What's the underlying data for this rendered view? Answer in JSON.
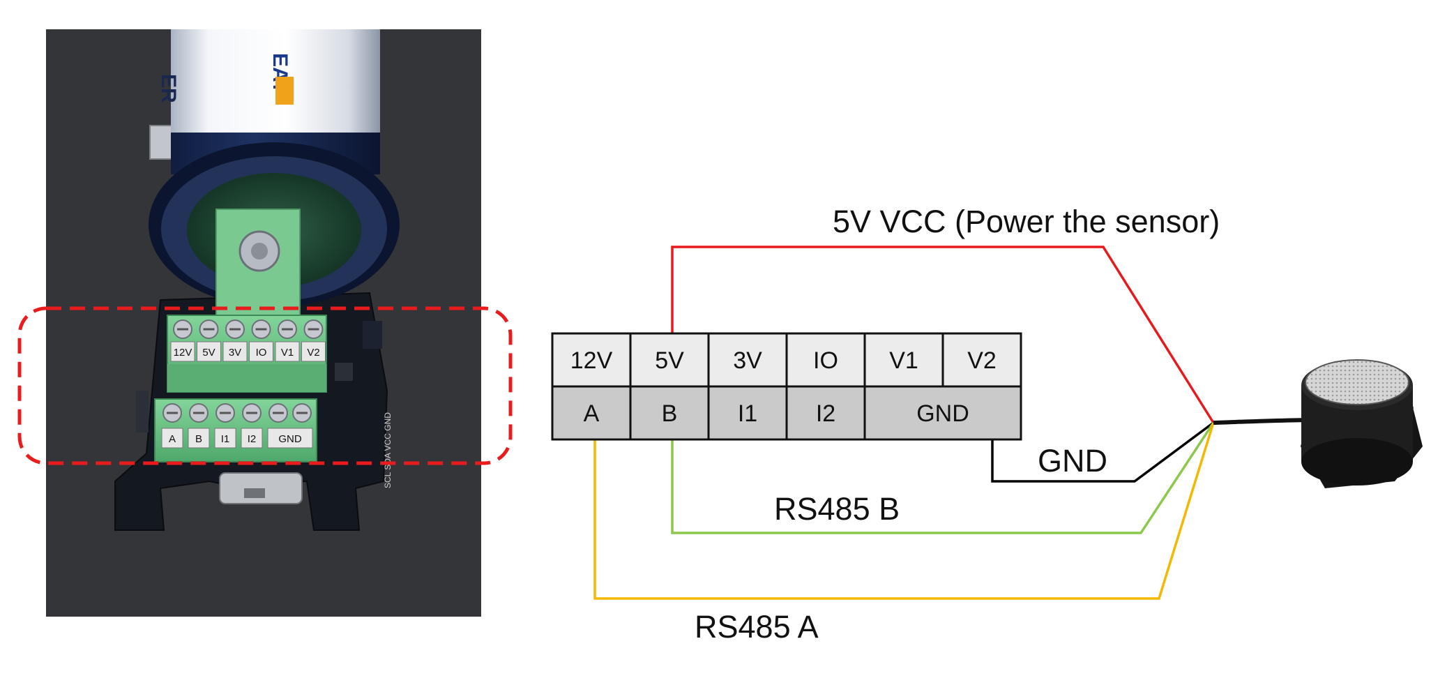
{
  "photo": {
    "battery_text": "ER",
    "brand_text": "EAY",
    "terminals_top": [
      "12V",
      "5V",
      "3V",
      "IO",
      "V1",
      "V2"
    ],
    "terminals_bottom": [
      "A",
      "B",
      "I1",
      "I2",
      "GND"
    ],
    "pcb_silk": "SCL SDA VCC GND"
  },
  "terminal_block": {
    "top_row": [
      "12V",
      "5V",
      "3V",
      "IO",
      "V1",
      "V2"
    ],
    "bottom_row": [
      "A",
      "B",
      "I1",
      "I2",
      "GND"
    ]
  },
  "wires": {
    "vcc": {
      "label": "5V VCC (Power the sensor)",
      "color": "#e8191c"
    },
    "gnd": {
      "label": "GND",
      "color": "#000000"
    },
    "rs485b": {
      "label": "RS485 B",
      "color": "#8cc84b"
    },
    "rs485a": {
      "label": "RS485 A",
      "color": "#f5b800"
    }
  },
  "colors": {
    "highlight": "#e81c1c",
    "top_cell": "#ececec",
    "bottom_cell": "#cacaca",
    "terminal_green": "#6fc38a"
  }
}
